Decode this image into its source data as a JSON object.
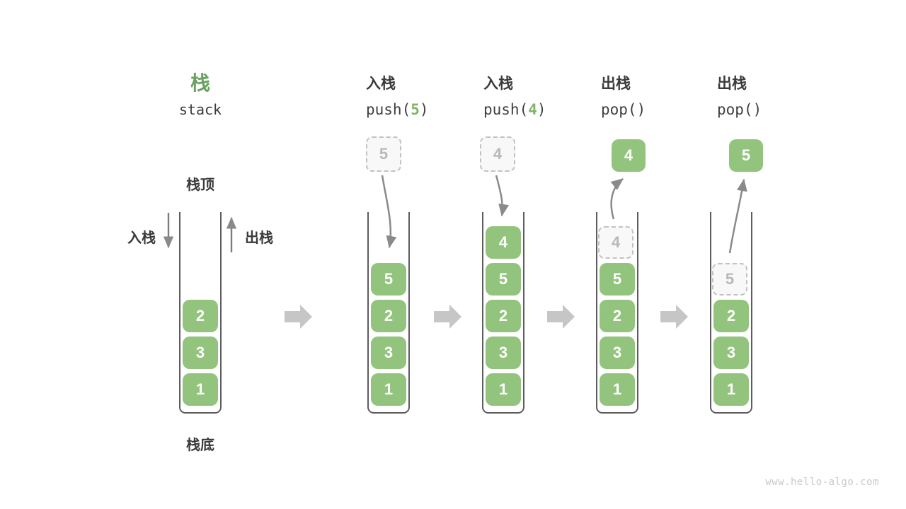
{
  "legend": {
    "title_zh": "栈",
    "title_en": "stack",
    "stack_top": "栈顶",
    "stack_bottom": "栈底",
    "push_label": "入栈",
    "pop_label": "出栈"
  },
  "ops": [
    {
      "label_zh": "入栈",
      "code_pre": "push(",
      "code_arg": "5",
      "code_post": ")"
    },
    {
      "label_zh": "入栈",
      "code_pre": "push(",
      "code_arg": "4",
      "code_post": ")"
    },
    {
      "label_zh": "出栈",
      "code_pre": "pop(",
      "code_arg": "",
      "code_post": ")"
    },
    {
      "label_zh": "出栈",
      "code_pre": "pop(",
      "code_arg": "",
      "code_post": ")"
    }
  ],
  "stacks": [
    {
      "blocks": [
        "2",
        "3",
        "1"
      ]
    },
    {
      "floating": "5",
      "blocks": [
        "5",
        "2",
        "3",
        "1"
      ]
    },
    {
      "floating": "4",
      "blocks": [
        "4",
        "5",
        "2",
        "3",
        "1"
      ]
    },
    {
      "popped": "4",
      "ghost": "4",
      "blocks": [
        "5",
        "2",
        "3",
        "1"
      ]
    },
    {
      "popped": "5",
      "ghost": "5",
      "blocks": [
        "2",
        "3",
        "1"
      ]
    }
  ],
  "colors": {
    "block_fill": "#93C47D",
    "accent_green": "#82B366",
    "title_green": "#67A35F",
    "arrow_gray": "#8a8a8a",
    "step_arrow_gray": "#c6c6c6",
    "ghost_border": "#c2c2c2",
    "text_dark": "#3a3a3a",
    "watermark_gray": "#c9c9c9"
  },
  "watermark": "www.hello-algo.com"
}
